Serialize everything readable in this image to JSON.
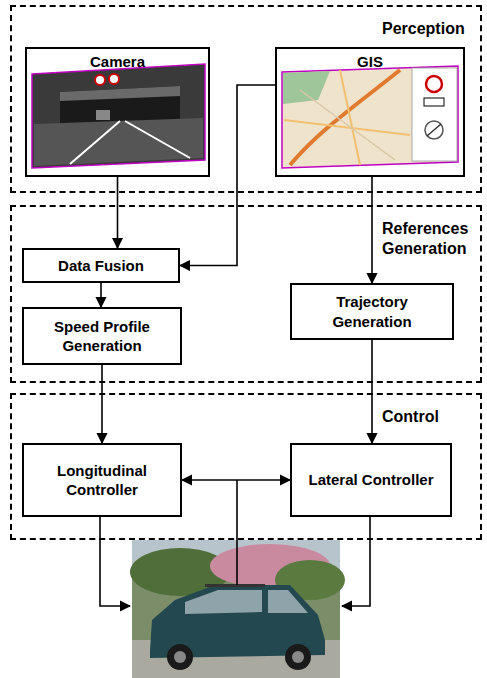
{
  "diagram": {
    "nodes": [
      {
        "text": [
          "Perception"
        ]
      },
      {
        "text": [
          "Camera"
        ],
        "in": 0
      },
      {
        "text": [
          "GIS"
        ],
        "in": 0
      },
      {
        "text": [
          "References Generation"
        ]
      },
      {
        "text": [
          "Data Fusion"
        ],
        "in": 3
      },
      {
        "text": [
          "Speed Profile Generation"
        ],
        "in": 3
      },
      {
        "text": [
          "Trajectory Generation"
        ],
        "in": 3
      },
      {
        "text": [
          "Control"
        ]
      },
      {
        "text": [
          "Longitudinal Controller"
        ],
        "in": 7
      },
      {
        "text": [
          "Lateral Controller"
        ],
        "in": 7
      }
    ],
    "edges": [
      {
        "from": 1,
        "to": 4,
        "arrow": "to"
      },
      {
        "from": 2,
        "to": 4,
        "arrow": "to"
      },
      {
        "from": 4,
        "to": 5,
        "arrow": "to"
      },
      {
        "from": 5,
        "to": 8,
        "arrow": "to"
      },
      {
        "from": 2,
        "to": 6,
        "arrow": "to"
      },
      {
        "from": 6,
        "to": 9,
        "arrow": "to"
      },
      {
        "from": 8,
        "to": 9,
        "arrow": "both"
      }
    ]
  }
}
